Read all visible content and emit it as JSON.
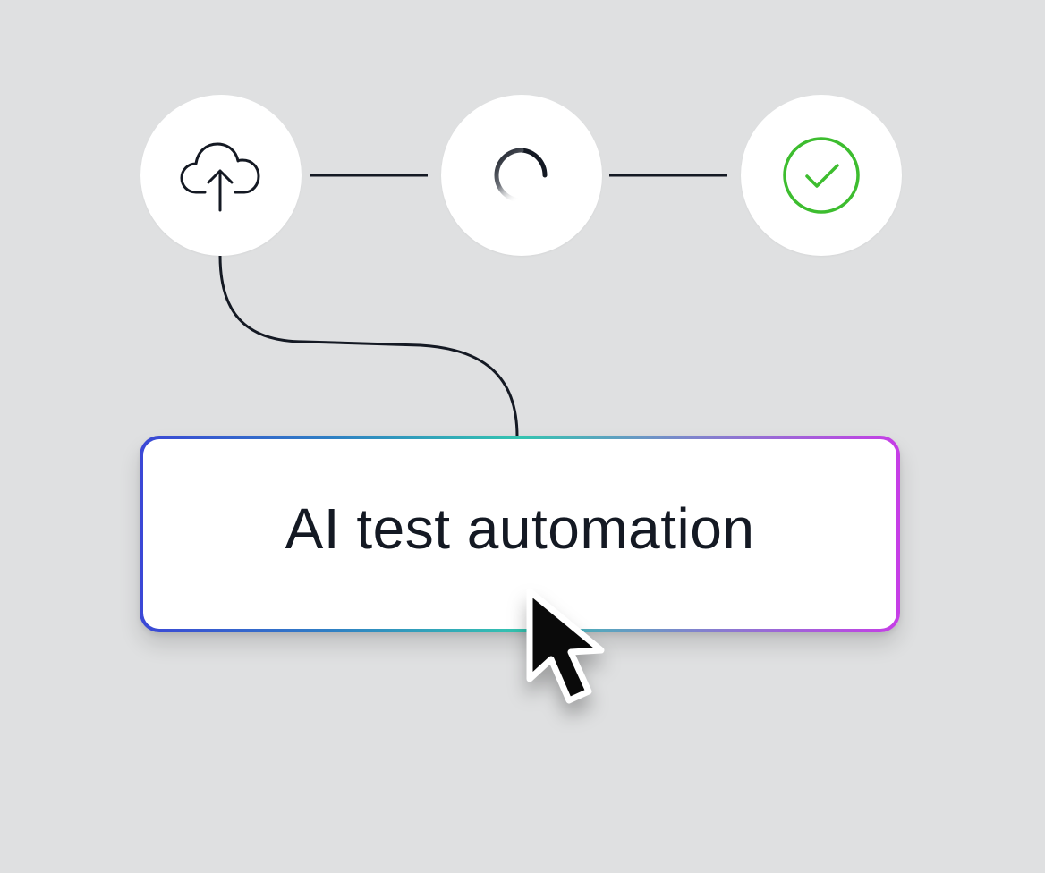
{
  "steps": [
    {
      "id": "upload",
      "icon": "cloud-upload-icon",
      "state": "upload"
    },
    {
      "id": "processing",
      "icon": "loading-spinner-icon",
      "state": "in-progress"
    },
    {
      "id": "complete",
      "icon": "check-circle-icon",
      "state": "done"
    }
  ],
  "cta": {
    "label": "AI test automation"
  },
  "cursor": {
    "icon": "mouse-pointer-icon"
  },
  "colors": {
    "background": "#dfe0e1",
    "step_fill": "#ffffff",
    "line": "#141923",
    "check": "#3dbd2f",
    "gradient_start": "#3b47d6",
    "gradient_mid": "#34c4b0",
    "gradient_end": "#c63de6",
    "text": "#141923"
  }
}
